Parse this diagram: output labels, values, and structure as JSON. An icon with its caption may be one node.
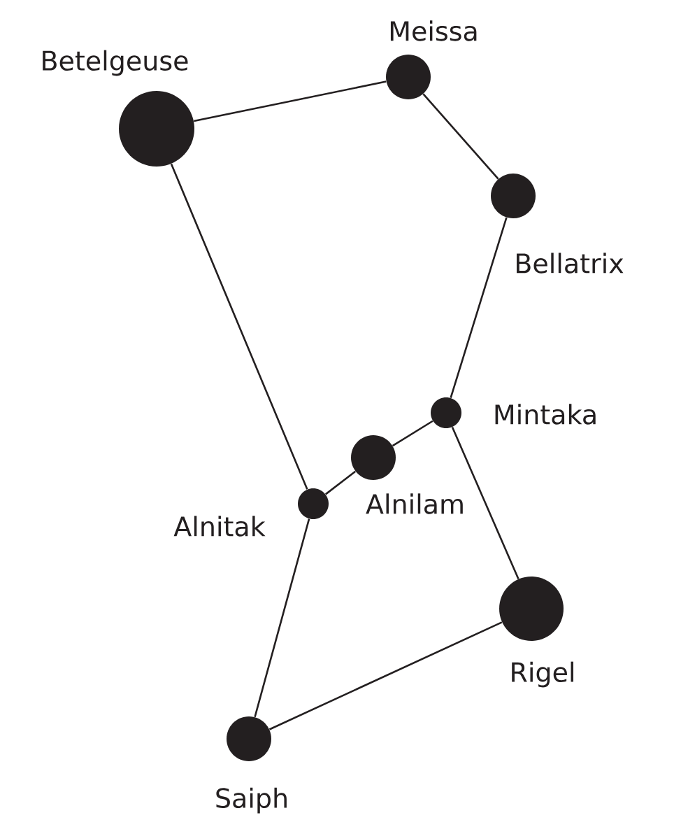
{
  "diagram": {
    "nodes": [
      {
        "text": [
          "Betelgeuse"
        ]
      },
      {
        "text": [
          "Meissa"
        ]
      },
      {
        "text": [
          "Bellatrix"
        ]
      },
      {
        "text": [
          "Mintaka"
        ]
      },
      {
        "text": [
          "Alnilam"
        ]
      },
      {
        "text": [
          "Alnitak"
        ]
      },
      {
        "text": [
          "Rigel"
        ]
      },
      {
        "text": [
          "Saiph"
        ]
      }
    ],
    "edges": [
      {
        "from": 0,
        "to": 1,
        "arrow": "none"
      },
      {
        "from": 1,
        "to": 2,
        "arrow": "none"
      },
      {
        "from": 2,
        "to": 3,
        "arrow": "none"
      },
      {
        "from": 3,
        "to": 4,
        "arrow": "none"
      },
      {
        "from": 4,
        "to": 5,
        "arrow": "none"
      },
      {
        "from": 0,
        "to": 5,
        "arrow": "none"
      },
      {
        "from": 5,
        "to": 7,
        "arrow": "none"
      },
      {
        "from": 7,
        "to": 6,
        "arrow": "none"
      },
      {
        "from": 6,
        "to": 3,
        "arrow": "none"
      }
    ]
  }
}
